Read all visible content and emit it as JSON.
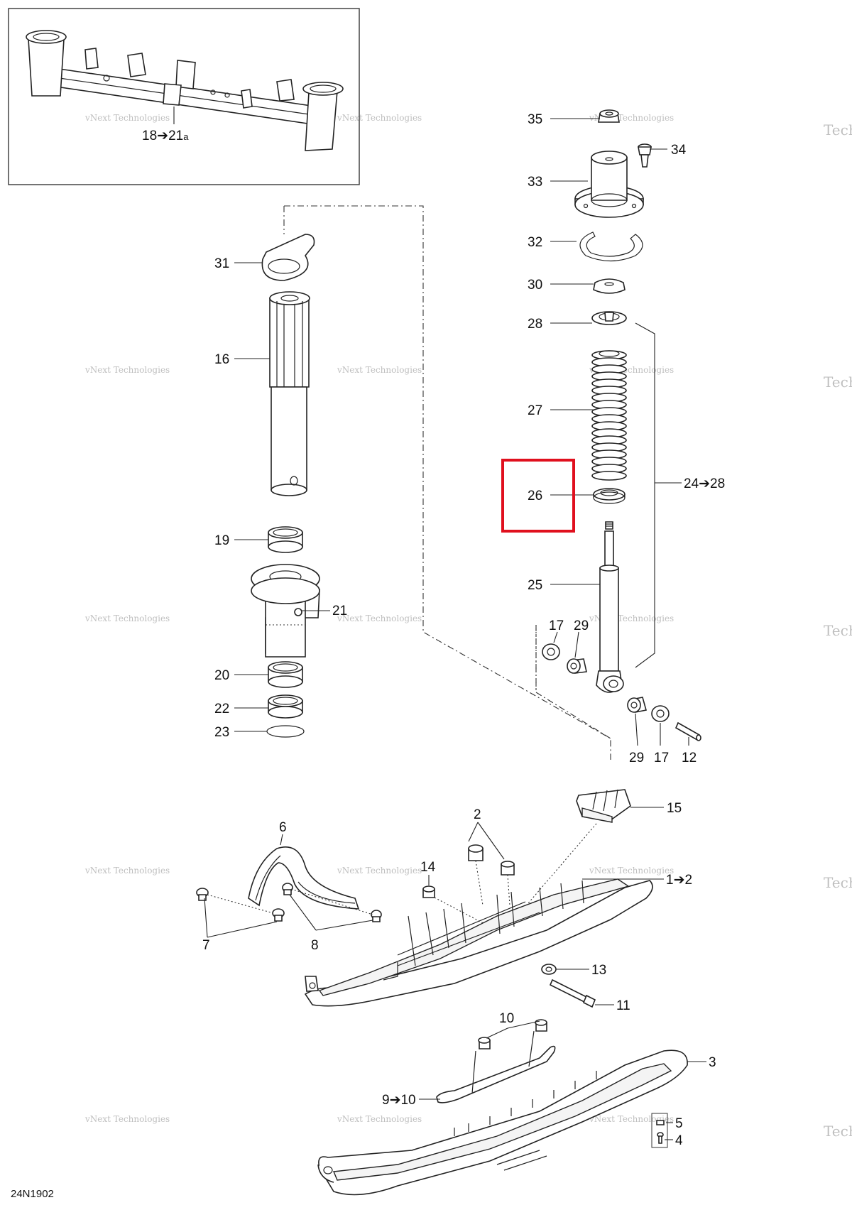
{
  "diagram_code": "24N1902",
  "highlight": {
    "part": "26",
    "color": "#e0101e"
  },
  "watermark": {
    "line1": "vNext Technologies",
    "line2": "Technologies"
  },
  "inset_label": {
    "number": "18",
    "arrow": "➔",
    "target": "21",
    "suffix": "a"
  },
  "labels": {
    "p35": "35",
    "p34": "34",
    "p33": "33",
    "p32": "32",
    "p31": "31",
    "p30": "30",
    "p28": "28",
    "p27": "27",
    "p26": "26",
    "p25": "25",
    "p24_28": "24➔28",
    "p16": "16",
    "p19": "19",
    "p21": "21",
    "p20": "20",
    "p22": "22",
    "p23": "23",
    "p17a": "17",
    "p29a": "29",
    "p29b": "29",
    "p17b": "17",
    "p12": "12",
    "p15": "15",
    "p2": "2",
    "p6": "6",
    "p14": "14",
    "p1_2": "1➔2",
    "p7": "7",
    "p8": "8",
    "p13": "13",
    "p11": "11",
    "p10": "10",
    "p9_10": "9➔10",
    "p3": "3",
    "p5": "5",
    "p4": "4"
  }
}
